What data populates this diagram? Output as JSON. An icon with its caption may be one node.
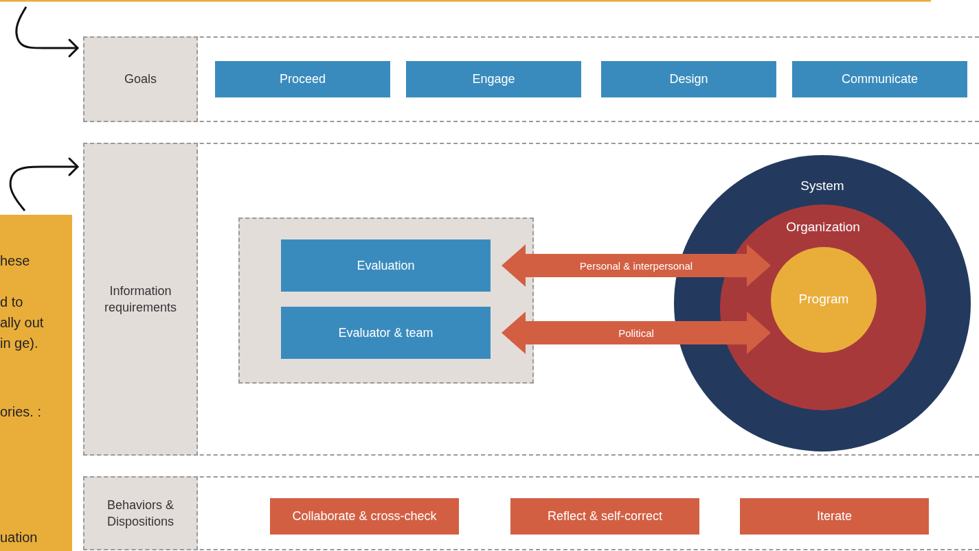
{
  "diagram": {
    "nodes": [
      {
        "text": [
          "Goals"
        ]
      },
      {
        "text": [
          "Proceed"
        ],
        "in": 0
      },
      {
        "text": [
          "Engage"
        ],
        "in": 0
      },
      {
        "text": [
          "Design"
        ],
        "in": 0
      },
      {
        "text": [
          "Communicate"
        ],
        "in": 0
      },
      {
        "text": [
          "Information requirements"
        ]
      },
      {
        "text": [],
        "shape": "box",
        "in": 5
      },
      {
        "text": [
          "Evaluation"
        ],
        "in": 6
      },
      {
        "text": [
          "Evaluator & team"
        ],
        "in": 6
      },
      {
        "text": [
          "System"
        ],
        "in": 5
      },
      {
        "text": [
          "Organization"
        ],
        "in": 9
      },
      {
        "text": [
          "Program"
        ],
        "in": 10
      },
      {
        "text": [
          "Behaviors & Dispositions"
        ]
      },
      {
        "text": [
          "Collaborate & cross-check"
        ],
        "in": 12
      },
      {
        "text": [
          "Reflect & self-correct"
        ],
        "in": 12
      },
      {
        "text": [
          "Iterate"
        ],
        "in": 12
      },
      {
        "text": [
          "hese",
          "d to ally out in ge).",
          "ories. :",
          "uation"
        ]
      }
    ],
    "edges": [
      {
        "from": null,
        "to": 0,
        "arrow": "to"
      },
      {
        "from": 16,
        "to": 5,
        "arrow": "to"
      },
      {
        "from": 7,
        "to": 11,
        "arrow": "both",
        "label": "Personal & interpersonal",
        "style": "thick",
        "color": "#d35f43"
      },
      {
        "from": 8,
        "to": 11,
        "arrow": "both",
        "label": "Political",
        "style": "thick",
        "color": "#d35f43"
      }
    ]
  }
}
